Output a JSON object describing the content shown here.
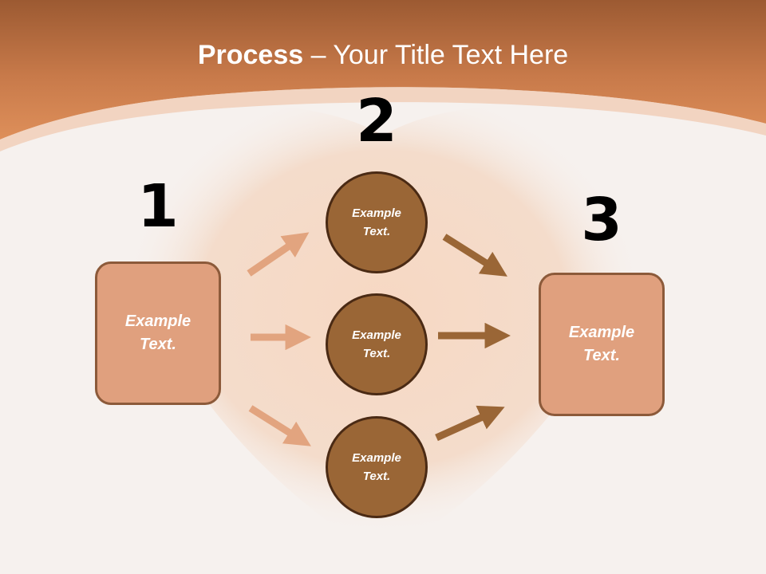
{
  "title": {
    "bold": "Process",
    "rest": " – Your Title Text Here"
  },
  "steps": [
    {
      "number": "1",
      "text": "Example\nText."
    },
    {
      "number": "2",
      "items": [
        "Example\nText.",
        "Example\nText.",
        "Example\nText."
      ]
    },
    {
      "number": "3",
      "text": "Example\nText."
    }
  ],
  "colors": {
    "header": "#d98854",
    "box_fill": "#e0a07e",
    "box_border": "#8c5a3a",
    "circle_fill": "#9a6636",
    "circle_border": "#4a2a14",
    "arrow_light": "#e2a47f",
    "arrow_dark": "#9a6636"
  }
}
